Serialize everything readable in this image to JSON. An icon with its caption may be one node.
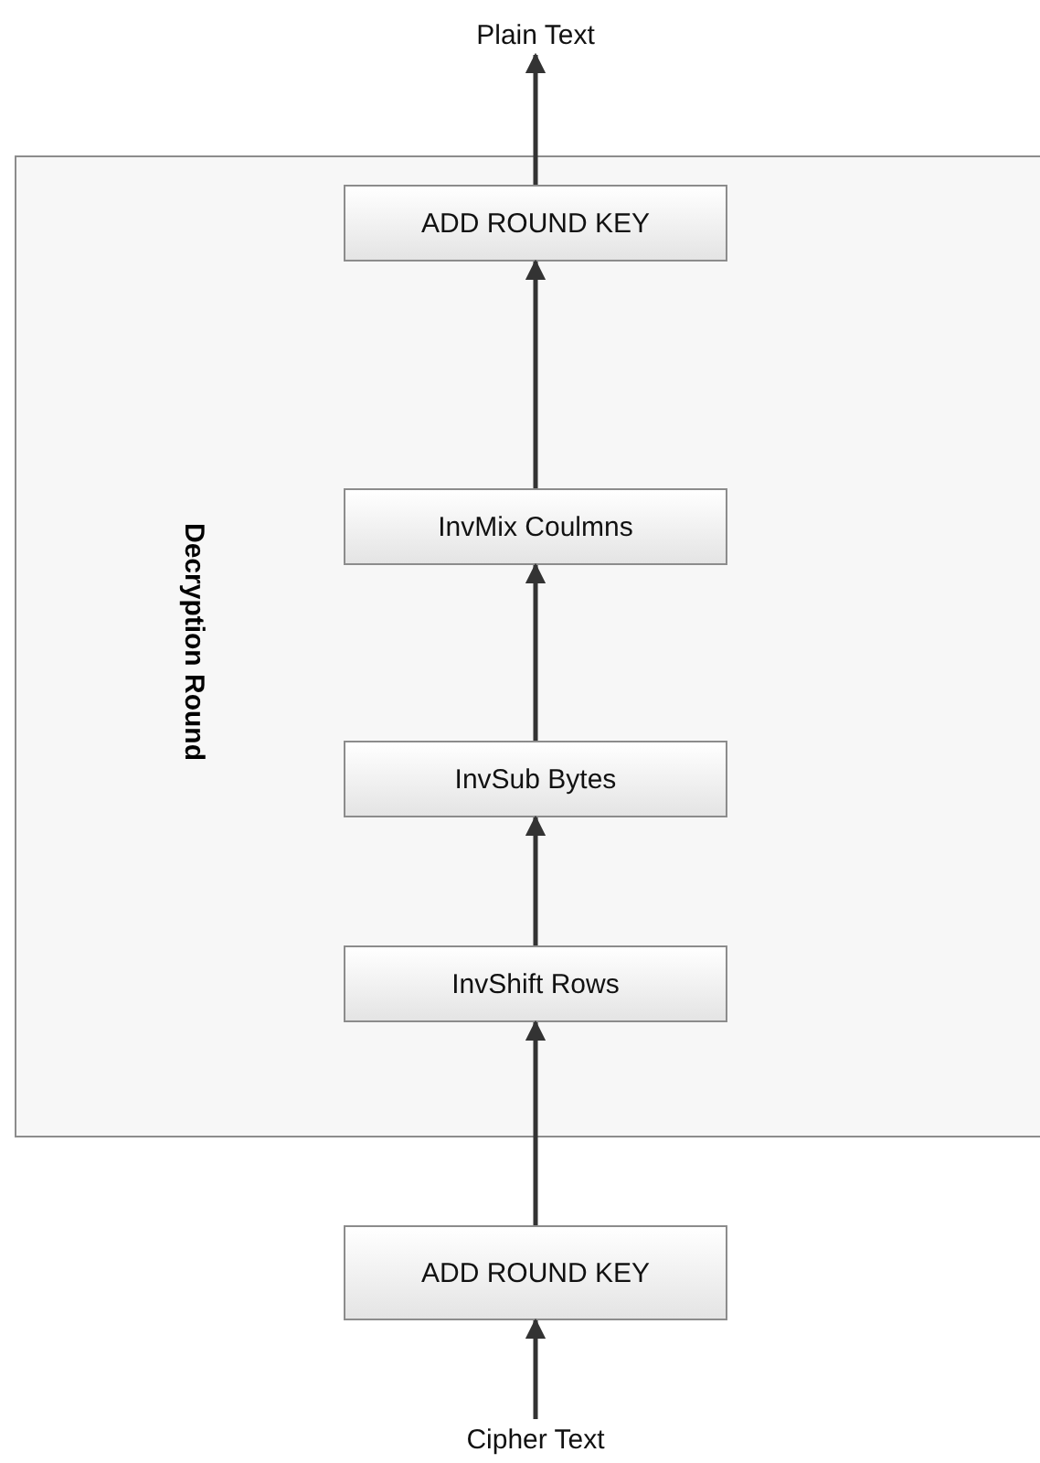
{
  "diagram": {
    "nodes": [
      {
        "text": [
          "Decryption Round"
        ]
      },
      {
        "text": [
          "ADD ROUND KEY"
        ],
        "in": 0
      },
      {
        "text": [
          "InvMix Coulmns"
        ],
        "in": 0
      },
      {
        "text": [
          "InvSub Bytes"
        ],
        "in": 0
      },
      {
        "text": [
          "InvShift Rows"
        ],
        "in": 0
      },
      {
        "text": [
          "ADD ROUND KEY"
        ]
      },
      {
        "text": [
          "Plain Text"
        ]
      },
      {
        "text": [
          "Cipher Text"
        ]
      }
    ],
    "edges": [
      {
        "from": 7,
        "to": 5,
        "arrow": "to"
      },
      {
        "from": 5,
        "to": 4,
        "arrow": "to"
      },
      {
        "from": 4,
        "to": 3,
        "arrow": "to"
      },
      {
        "from": 3,
        "to": 2,
        "arrow": "to"
      },
      {
        "from": 2,
        "to": 1,
        "arrow": "to"
      },
      {
        "from": 1,
        "to": 6,
        "arrow": "to"
      }
    ]
  }
}
